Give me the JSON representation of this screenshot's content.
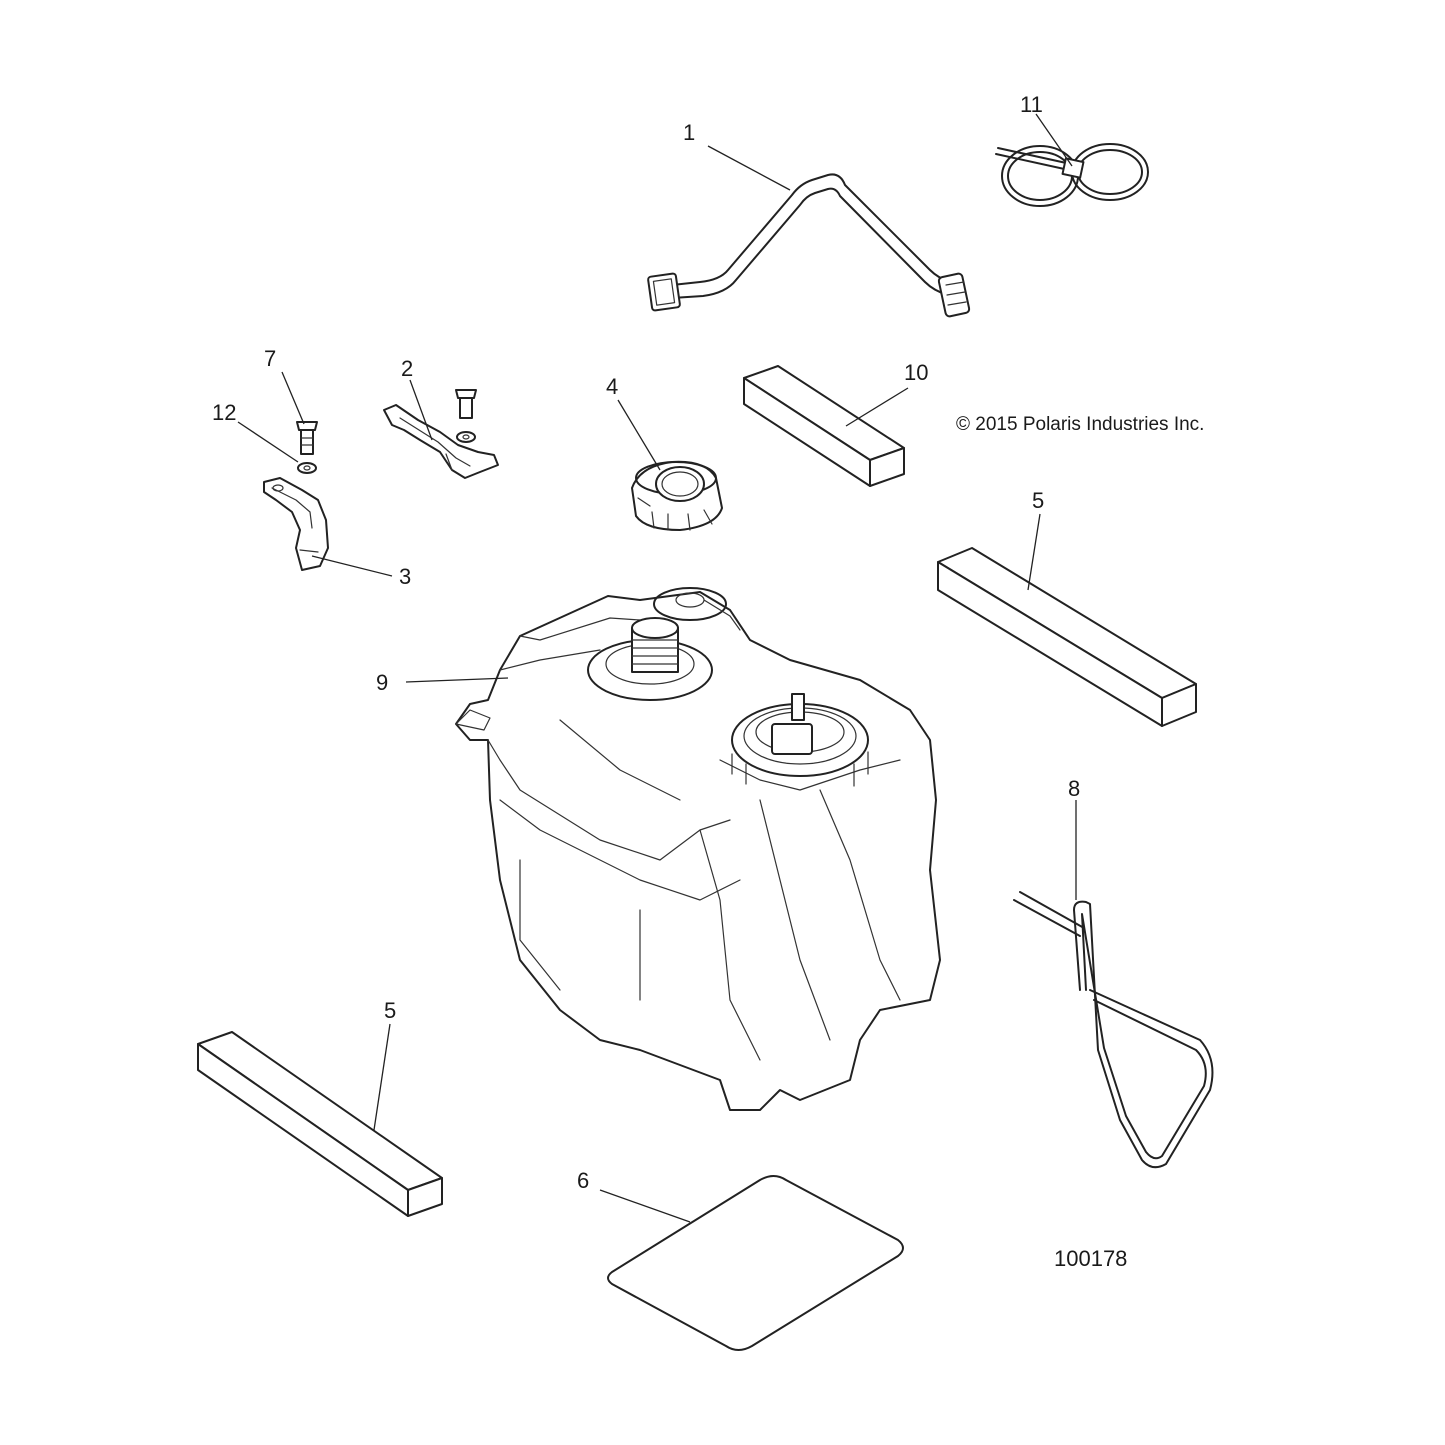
{
  "copyright": "© 2015 Polaris Industries Inc.",
  "document_number": "100178",
  "callouts": [
    {
      "id": "c1",
      "label": "1"
    },
    {
      "id": "c2",
      "label": "2"
    },
    {
      "id": "c3",
      "label": "3"
    },
    {
      "id": "c4",
      "label": "4"
    },
    {
      "id": "c5a",
      "label": "5"
    },
    {
      "id": "c5b",
      "label": "5"
    },
    {
      "id": "c6",
      "label": "6"
    },
    {
      "id": "c7",
      "label": "7"
    },
    {
      "id": "c8",
      "label": "8"
    },
    {
      "id": "c9",
      "label": "9"
    },
    {
      "id": "c10",
      "label": "10"
    },
    {
      "id": "c11",
      "label": "11"
    },
    {
      "id": "c12",
      "label": "12"
    }
  ]
}
